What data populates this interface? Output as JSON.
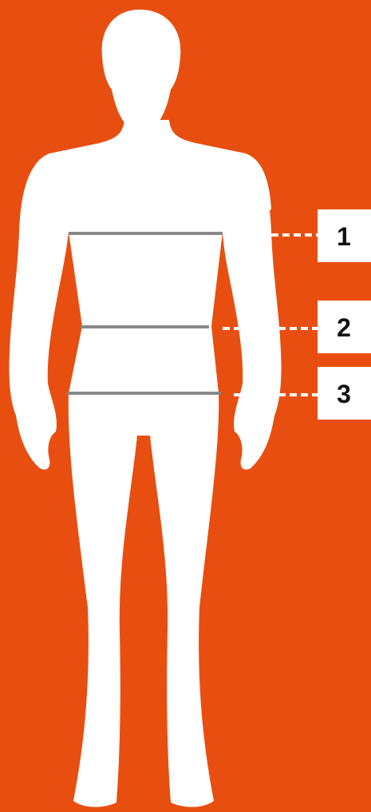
{
  "colors": {
    "background": "#E84E10",
    "silhouette": "#FFFFFF",
    "measure_line": "#888888",
    "dash": "#FFFFFF",
    "label_box": "#FFFFFF",
    "label_text": "#111111"
  },
  "markers": [
    {
      "id": "chest",
      "number": "1"
    },
    {
      "id": "waist",
      "number": "2"
    },
    {
      "id": "hips",
      "number": "3"
    }
  ]
}
